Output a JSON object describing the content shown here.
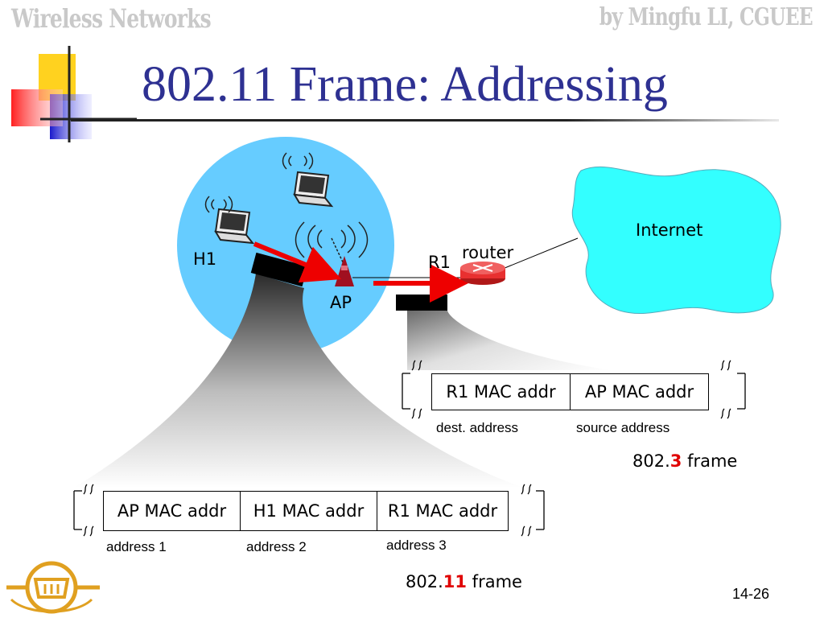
{
  "header": {
    "left": "Wireless Networks",
    "right": "by Mingfu LI, CGUEE"
  },
  "title": "802.11 Frame: Addressing",
  "page_number": "14-26",
  "diagram": {
    "h1_label": "H1",
    "ap_label": "AP",
    "r1_label": "R1",
    "router_label": "router",
    "internet_label": "Internet"
  },
  "frame_8023": {
    "fields": [
      "R1 MAC addr",
      "AP MAC addr"
    ],
    "captions": [
      "dest. address",
      "source address"
    ],
    "caption_prefix": "802.",
    "caption_number": "3",
    "caption_suffix": " frame"
  },
  "frame_80211": {
    "fields": [
      "AP MAC addr",
      "H1 MAC addr",
      "R1 MAC addr"
    ],
    "captions": [
      "address 1",
      "address 2",
      "address 3"
    ],
    "caption_prefix": "802.",
    "caption_number": "11",
    "caption_suffix": " frame"
  },
  "colors": {
    "title": "#2e3192",
    "cell_circle": "#66ccff",
    "internet_cloud": "#33ffff",
    "arrow": "#ee0000",
    "router": "#e83030",
    "ap": "#a01020"
  },
  "icons": [
    "laptop-icon",
    "ap-antenna-icon",
    "router-icon",
    "cloud-icon",
    "cgu-logo-icon",
    "break-marker-icon"
  ]
}
